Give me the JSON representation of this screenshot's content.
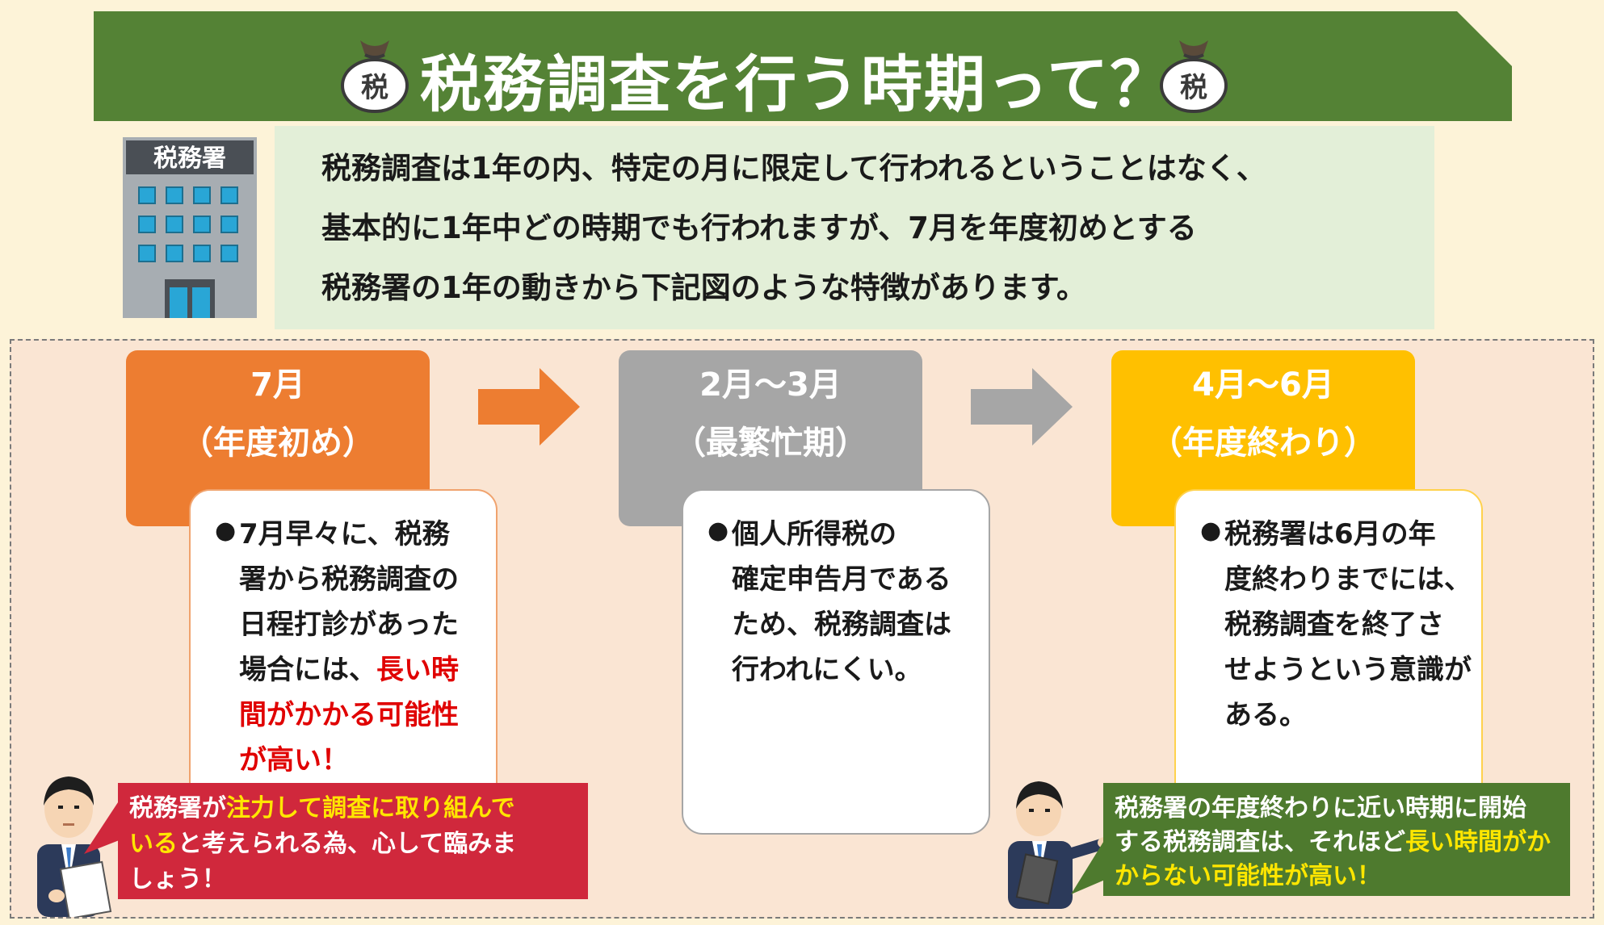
{
  "title": {
    "text": "税務調査を行う時期って？",
    "bag_label": "税"
  },
  "intro": {
    "building_sign": "税務署",
    "lines": [
      "税務調査は1年の内、特定の月に限定して行われるということはなく、",
      "基本的に1年中どの時期でも行われますが、7月を年度初めとする",
      "税務署の1年の動きから下記図のような特徴があります。"
    ]
  },
  "periods": [
    {
      "month": "7月",
      "phase": "（年度初め）",
      "color": "#ed7d31",
      "note_lines": [
        "7月早々に、税務",
        "署から税務調査の",
        "日程打診があった",
        "場合には、",
        "長い時",
        "間がかかる可能性",
        "が高い！"
      ]
    },
    {
      "month": "2月～3月",
      "phase": "（最繁忙期）",
      "color": "#a6a6a6",
      "note_lines": [
        "個人所得税の",
        "確定申告月である",
        "ため、税務調査は",
        "行われにくい。"
      ]
    },
    {
      "month": "4月～6月",
      "phase": "（年度終わり）",
      "color": "#ffc000",
      "note_lines": [
        "税務署は6月の年",
        "度終わりまでには、",
        "税務調査を終了さ",
        "せようという意識が",
        "ある。"
      ]
    }
  ],
  "callouts": {
    "left": {
      "color": "#d0283c",
      "parts": [
        "税務署が",
        "注力して調査に取り組んで",
        "いる",
        "と考えられる為、心して臨みま",
        "しょう！"
      ]
    },
    "right": {
      "color": "#4e7a2e",
      "parts": [
        "税務署の年度終わりに近い時期に開始",
        "する税務調査は、それほど",
        "長い時間がか",
        "からない可能性が高い！"
      ]
    }
  }
}
